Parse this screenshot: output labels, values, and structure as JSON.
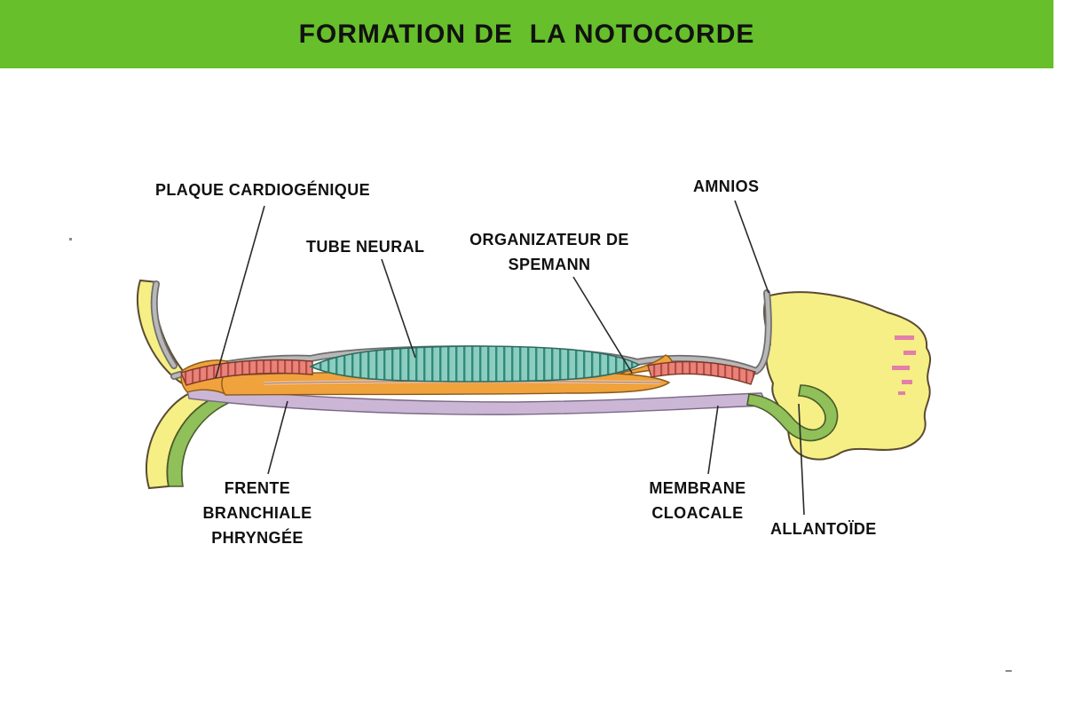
{
  "banner": {
    "title": "FORMATION DE  LA NOTOCORDE"
  },
  "labels": {
    "plaque_cardiogenique": {
      "text": "PLAQUE CARDIOGÉNIQUE"
    },
    "tube_neural": {
      "text": "TUBE NEURAL"
    },
    "organisateur_spemann": {
      "text": "ORGANIZATEUR DE\nSPEMANN"
    },
    "amnios": {
      "text": "AMNIOS"
    },
    "frente_branchiale": {
      "text": "FRENTE\nBRANCHIALE\nPHRYNGÉE"
    },
    "membrane_cloacale": {
      "text": "MEMBRANE\nCLOACALE"
    },
    "allantoide": {
      "text": "ALLANTOÏDE"
    }
  },
  "colors": {
    "banner_green": "#66bf2b",
    "title_text": "#111111",
    "label_text": "#101010",
    "yolk_yellow": "#f5ef85",
    "neural_teal": "#8ccdbf",
    "neural_teal_stripe": "#2f8a7a",
    "notochord_orange": "#f0a23c",
    "ectoderm_red": "#e8837b",
    "ectoderm_red_stripe": "#b84a3e",
    "endoderm_purple": "#ccb6d6",
    "allantois_green": "#8fc05a",
    "amnion_gray": "#b9b7b8",
    "outline_brown": "#5a4a32"
  }
}
